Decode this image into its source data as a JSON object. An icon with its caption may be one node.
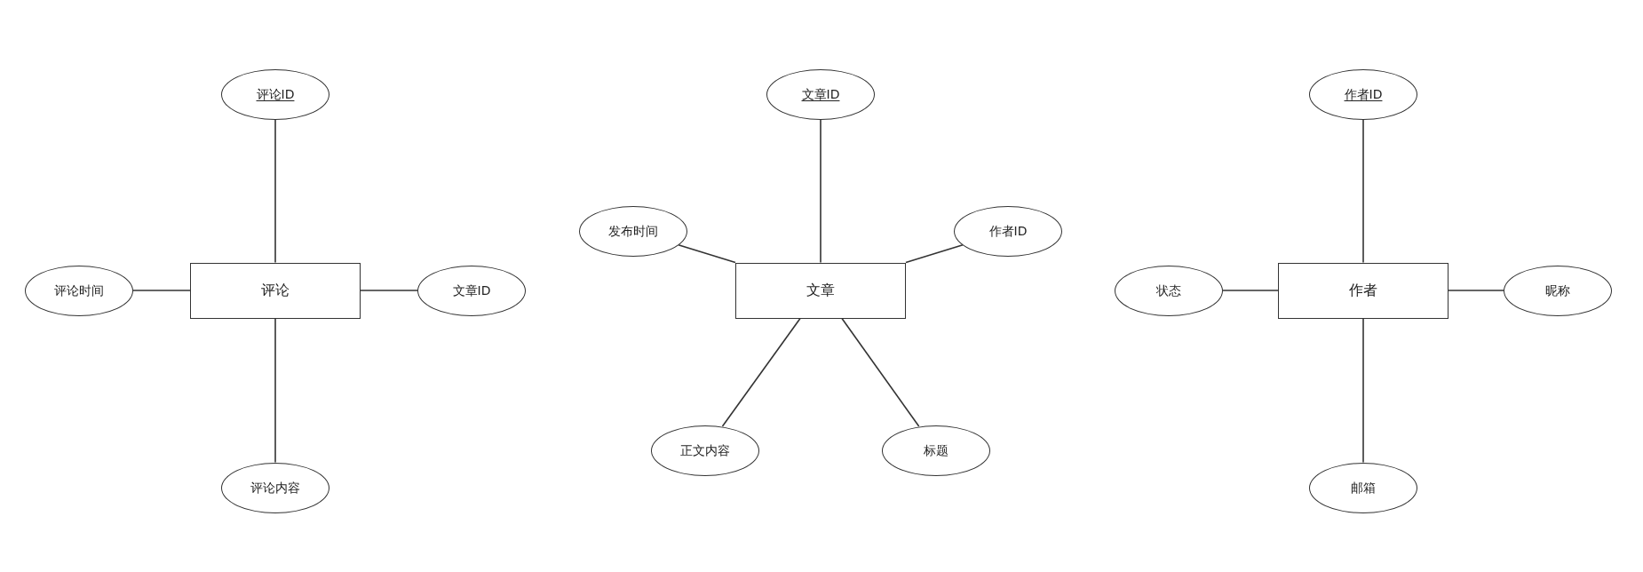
{
  "diagram": {
    "nodes": [
      {
        "text": [
          "评论"
        ]
      },
      {
        "text": [
          "评论ID"
        ]
      },
      {
        "text": [
          "评论时间"
        ]
      },
      {
        "text": [
          "文章ID"
        ]
      },
      {
        "text": [
          "评论内容"
        ]
      },
      {
        "text": [
          "文章"
        ]
      },
      {
        "text": [
          "文章ID"
        ]
      },
      {
        "text": [
          "发布时间"
        ]
      },
      {
        "text": [
          "作者ID"
        ]
      },
      {
        "text": [
          "正文内容"
        ]
      },
      {
        "text": [
          "标题"
        ]
      },
      {
        "text": [
          "作者"
        ]
      },
      {
        "text": [
          "作者ID"
        ]
      },
      {
        "text": [
          "状态"
        ]
      },
      {
        "text": [
          "昵称"
        ]
      },
      {
        "text": [
          "邮箱"
        ]
      }
    ],
    "edges": [
      {
        "from": 0,
        "to": 1,
        "arrow": "none"
      },
      {
        "from": 0,
        "to": 2,
        "arrow": "none"
      },
      {
        "from": 0,
        "to": 3,
        "arrow": "none"
      },
      {
        "from": 0,
        "to": 4,
        "arrow": "none"
      },
      {
        "from": 5,
        "to": 6,
        "arrow": "none"
      },
      {
        "from": 5,
        "to": 7,
        "arrow": "none"
      },
      {
        "from": 5,
        "to": 8,
        "arrow": "none"
      },
      {
        "from": 5,
        "to": 9,
        "arrow": "none"
      },
      {
        "from": 5,
        "to": 10,
        "arrow": "none"
      },
      {
        "from": 11,
        "to": 12,
        "arrow": "none"
      },
      {
        "from": 11,
        "to": 13,
        "arrow": "none"
      },
      {
        "from": 11,
        "to": 14,
        "arrow": "none"
      },
      {
        "from": 11,
        "to": 15,
        "arrow": "none"
      }
    ]
  }
}
